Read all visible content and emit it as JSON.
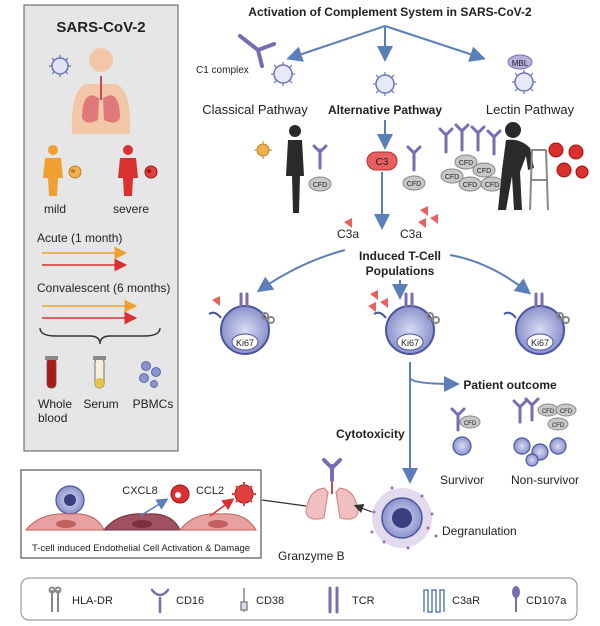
{
  "main_title": "Activation of Complement System in SARS-CoV-2",
  "left_panel": {
    "title": "SARS-CoV-2",
    "mild": "mild",
    "severe": "severe",
    "acute": "Acute (1 month)",
    "convalescent": "Convalescent (6 months)",
    "samples": [
      "Whole",
      "blood",
      "Serum",
      "PBMCs"
    ]
  },
  "pathways": {
    "c1_complex": "C1 complex",
    "classical": "Classical Pathway",
    "alternative": "Alternative Pathway",
    "lectin": "Lectin Pathway",
    "mbl": "MBL"
  },
  "molecules": {
    "cfd": "CFD",
    "c3": "C3",
    "c3a": "C3a"
  },
  "induced": [
    "Induced  T-Cell",
    "Populations"
  ],
  "ki67": "Ki67",
  "outcome": {
    "title": "Patient outcome",
    "survivor": "Survivor",
    "non_survivor": "Non-survivor"
  },
  "cytotoxicity": "Cytotoxicity",
  "degranulation": "Degranulation",
  "granzyme": "Granzyme B",
  "bottom_box": {
    "cxcl8": "CXCL8",
    "ccl2": "CCL2",
    "caption": "T-cell induced Endothelial Cell Activation & Damage"
  },
  "legend": [
    "HLA-DR",
    "CD16",
    "CD38",
    "TCR",
    "C3aR",
    "CD107a"
  ],
  "colors": {
    "purple": "#7b6bb0",
    "red": "#d93030",
    "orange": "#f0a030",
    "blue_arrow": "#5b7fb8",
    "panel_gray": "#e6e6e6",
    "cell_blue": "#4a55a0"
  }
}
